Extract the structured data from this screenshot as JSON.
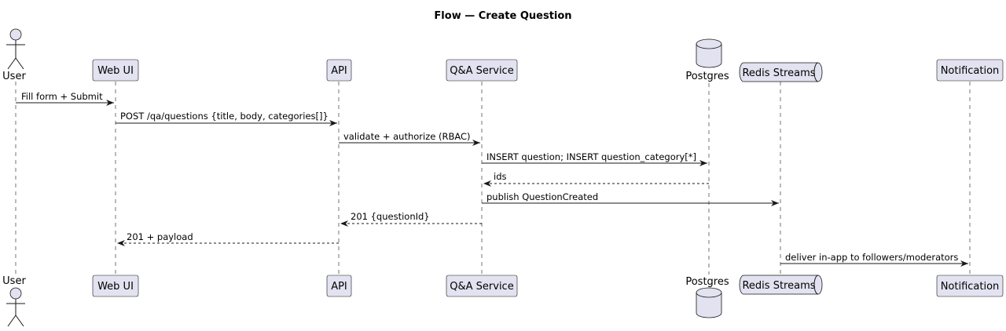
{
  "title": "Flow — Create Question",
  "participants": {
    "user": {
      "label": "User",
      "kind": "actor"
    },
    "webui": {
      "label": "Web UI",
      "kind": "participant"
    },
    "api": {
      "label": "API",
      "kind": "participant"
    },
    "qa": {
      "label": "Q&A Service",
      "kind": "participant"
    },
    "postgres": {
      "label": "Postgres",
      "kind": "database"
    },
    "redis": {
      "label": "Redis Streams",
      "kind": "queue"
    },
    "notification": {
      "label": "Notification",
      "kind": "participant"
    }
  },
  "messages": [
    {
      "from": "user",
      "to": "webui",
      "label": "Fill form + Submit",
      "style": "solid"
    },
    {
      "from": "webui",
      "to": "api",
      "label": "POST /qa/questions {title, body, categories[]}",
      "style": "solid"
    },
    {
      "from": "api",
      "to": "qa",
      "label": "validate + authorize (RBAC)",
      "style": "solid"
    },
    {
      "from": "qa",
      "to": "postgres",
      "label": "INSERT question; INSERT question_category[*]",
      "style": "solid"
    },
    {
      "from": "postgres",
      "to": "qa",
      "label": "ids",
      "style": "dashed"
    },
    {
      "from": "qa",
      "to": "redis",
      "label": "publish QuestionCreated",
      "style": "solid"
    },
    {
      "from": "qa",
      "to": "api",
      "label": "201 {questionId}",
      "style": "dashed"
    },
    {
      "from": "api",
      "to": "webui",
      "label": "201 + payload",
      "style": "dashed"
    },
    {
      "from": "redis",
      "to": "notification",
      "label": "deliver in-app to followers/moderators",
      "style": "solid"
    }
  ],
  "colors": {
    "fill": "#e2e2f0",
    "stroke": "#181818"
  }
}
